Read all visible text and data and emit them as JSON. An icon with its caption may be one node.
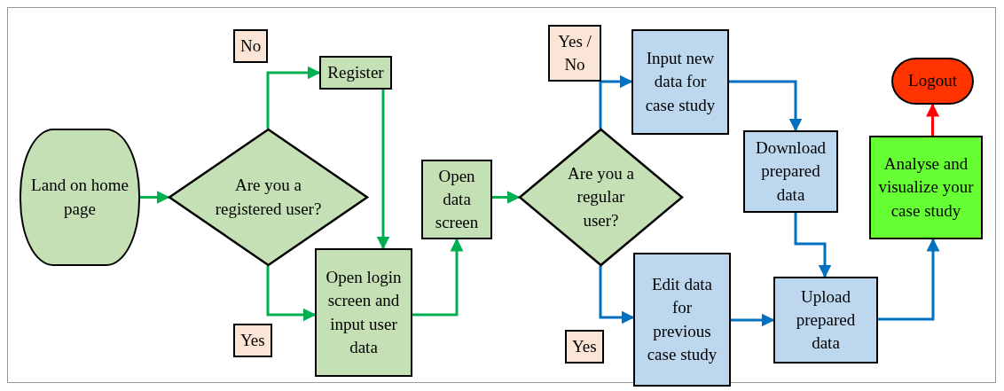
{
  "diagram": {
    "nodes": [
      {
        "text": [
          "Land on home page"
        ]
      },
      {
        "text": [
          "Are you a registered user?"
        ]
      },
      {
        "text": [
          "Register"
        ]
      },
      {
        "text": [
          "Open login screen and input user data"
        ]
      },
      {
        "text": [
          "Open data screen"
        ]
      },
      {
        "text": [
          "Are you a regular user?"
        ]
      },
      {
        "text": [
          "Input new data for case study"
        ]
      },
      {
        "text": [
          "Download prepared data"
        ]
      },
      {
        "text": [
          "Edit data for previous case study"
        ]
      },
      {
        "text": [
          "Upload prepared data"
        ]
      },
      {
        "text": [
          "Analyse and visualize your case study"
        ]
      },
      {
        "text": [
          "Logout"
        ]
      }
    ],
    "edges": [
      {
        "from": 0,
        "to": 1,
        "arrow": "to"
      },
      {
        "from": 1,
        "to": 2,
        "arrow": "to",
        "label": "No"
      },
      {
        "from": 2,
        "to": 3,
        "arrow": "to"
      },
      {
        "from": 1,
        "to": 3,
        "arrow": "to",
        "label": "Yes"
      },
      {
        "from": 3,
        "to": 4,
        "arrow": "to"
      },
      {
        "from": 4,
        "to": 5,
        "arrow": "to"
      },
      {
        "from": 5,
        "to": 6,
        "arrow": "to",
        "color": "#0070c0",
        "label": "Yes / No"
      },
      {
        "from": 5,
        "to": 8,
        "arrow": "to",
        "color": "#0070c0",
        "label": "Yes"
      },
      {
        "from": 6,
        "to": 7,
        "arrow": "to",
        "color": "#0070c0"
      },
      {
        "from": 8,
        "to": 9,
        "arrow": "to",
        "color": "#0070c0"
      },
      {
        "from": 7,
        "to": 9,
        "arrow": "to",
        "color": "#0070c0"
      },
      {
        "from": 9,
        "to": 10,
        "arrow": "to",
        "color": "#0070c0"
      },
      {
        "from": 10,
        "to": 11,
        "arrow": "to",
        "color": "#ff0000"
      }
    ]
  }
}
